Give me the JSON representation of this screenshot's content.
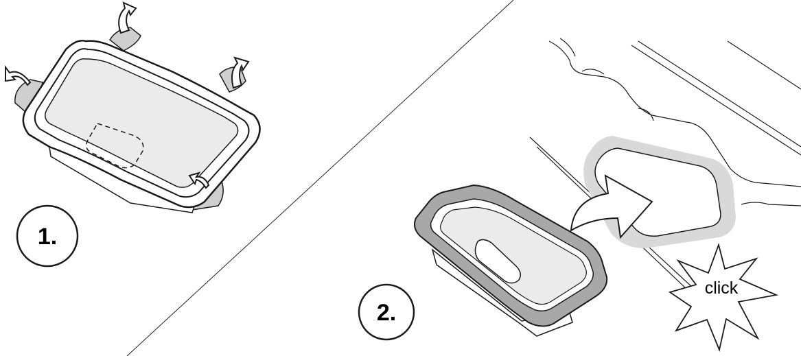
{
  "steps": [
    {
      "number": "1."
    },
    {
      "number": "2."
    }
  ],
  "click_text": "click",
  "colors": {
    "line": "#1a1a1a",
    "frame_fill": "#ffffff",
    "membrane_fill": "#ebebeb",
    "tab_fill": "#cfcfcf",
    "frame_gray": "#a8a8a8",
    "highlight": "#d9d9d9",
    "arrow_dark": "#6a6a6a"
  }
}
